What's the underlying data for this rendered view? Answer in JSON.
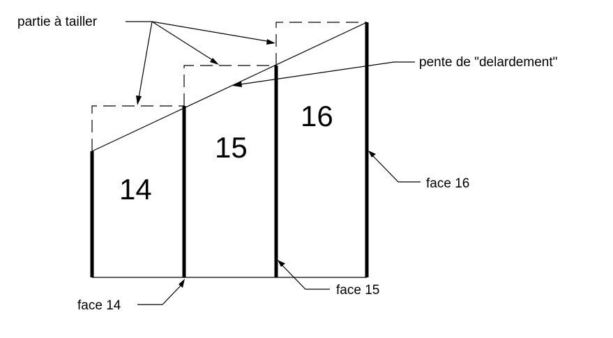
{
  "labels": {
    "cut_part": "partie à tailler",
    "slope": "pente de \"delardement\"",
    "face_14": "face 14",
    "face_15": "face 15",
    "face_16": "face 16"
  },
  "steps": {
    "step_14": "14",
    "step_15": "15",
    "step_16": "16"
  },
  "colors": {
    "line": "#000000",
    "background": "#ffffff"
  }
}
